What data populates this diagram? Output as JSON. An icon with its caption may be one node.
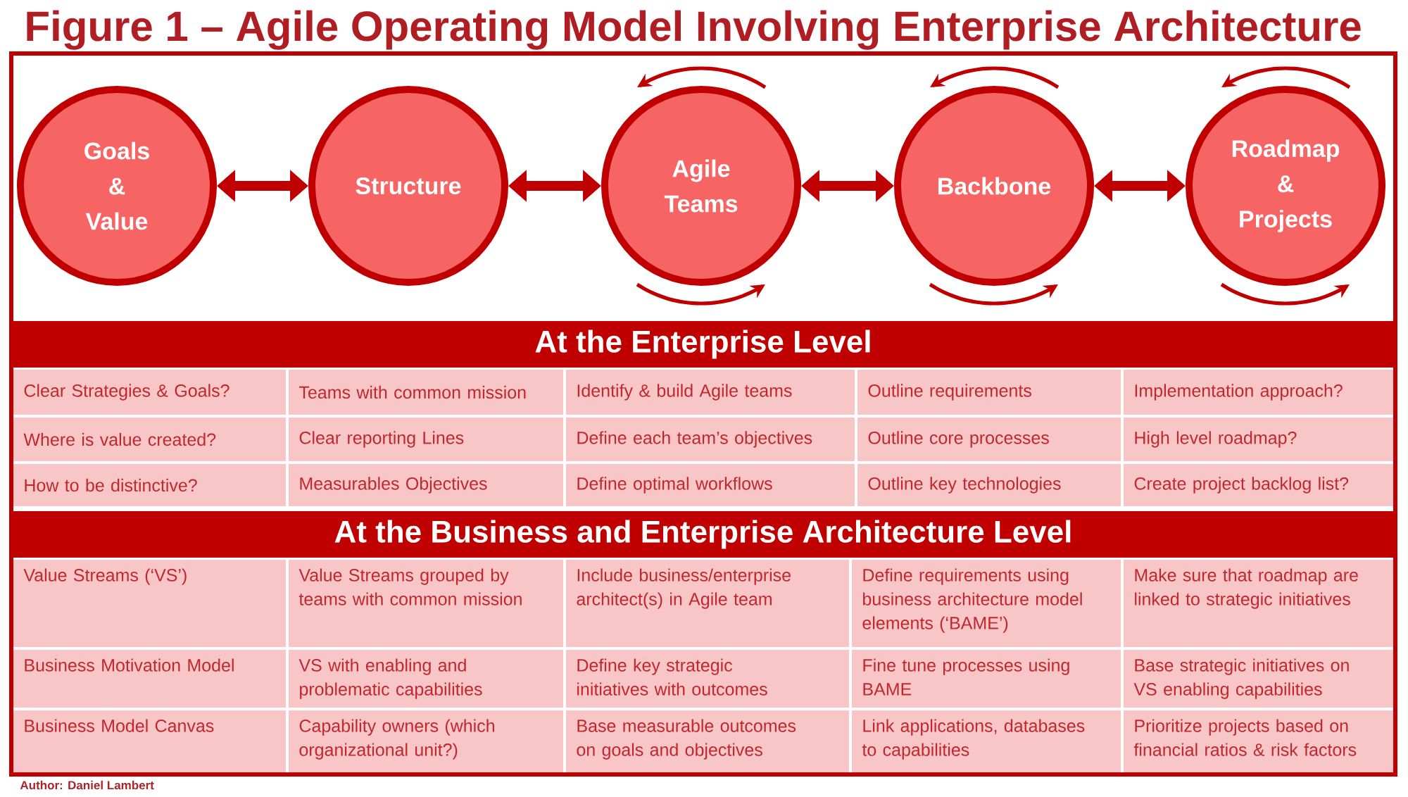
{
  "diagram": {
    "title": "Figure 1 – Agile Operating Model Involving Enterprise Architecture",
    "nodes": [
      {
        "text": [
          "Goals & Value"
        ]
      },
      {
        "text": [
          "Structure"
        ]
      },
      {
        "text": [
          "Agile Teams"
        ]
      },
      {
        "text": [
          "Backbone"
        ]
      },
      {
        "text": [
          "Roadmap & Projects"
        ]
      },
      {
        "text": [
          "At the Enterprise Level"
        ]
      },
      {
        "text": [
          "At the Business and Enterprise Architecture Level"
        ]
      }
    ],
    "edges": [
      {
        "from": 0,
        "to": 1,
        "arrow": "both"
      },
      {
        "from": 1,
        "to": 2,
        "arrow": "both"
      },
      {
        "from": 2,
        "to": 3,
        "arrow": "both"
      },
      {
        "from": 3,
        "to": 4,
        "arrow": "both"
      }
    ],
    "labels": [
      "Clear Strategies & Goals?",
      "Teams with common mission",
      "Identify & build Agile teams",
      "Outline requirements",
      "Implementation approach?",
      "Where is value created?",
      "Clear reporting Lines",
      "Define each team’s objectives",
      "Outline core processes",
      "High level roadmap?",
      "How to be distinctive?",
      "Measurables Objectives",
      "Define optimal workflows",
      "Outline key technologies",
      "Create project backlog list?",
      "Value Streams (‘VS’)",
      "Value Streams grouped by teams with common mission",
      "Include business/enterprise architect(s) in Agile team",
      "Define requirements using business architecture model elements (‘BAME’)",
      "Make sure that roadmap are linked to strategic initiatives",
      "Business Motivation Model",
      "VS with enabling and problematic capabilities",
      "Define key strategic initiatives with outcomes",
      "Fine tune processes using BAME",
      "Base strategic initiatives on VS enabling capabilities",
      "Business Model Canvas",
      "Capability owners (which organizational unit?)",
      "Base measurable outcomes on goals and objectives",
      "Link applications, databases to capabilities",
      "Prioritize projects based on financial ratios & risk factors",
      "Author: Daniel Lambert"
    ]
  }
}
